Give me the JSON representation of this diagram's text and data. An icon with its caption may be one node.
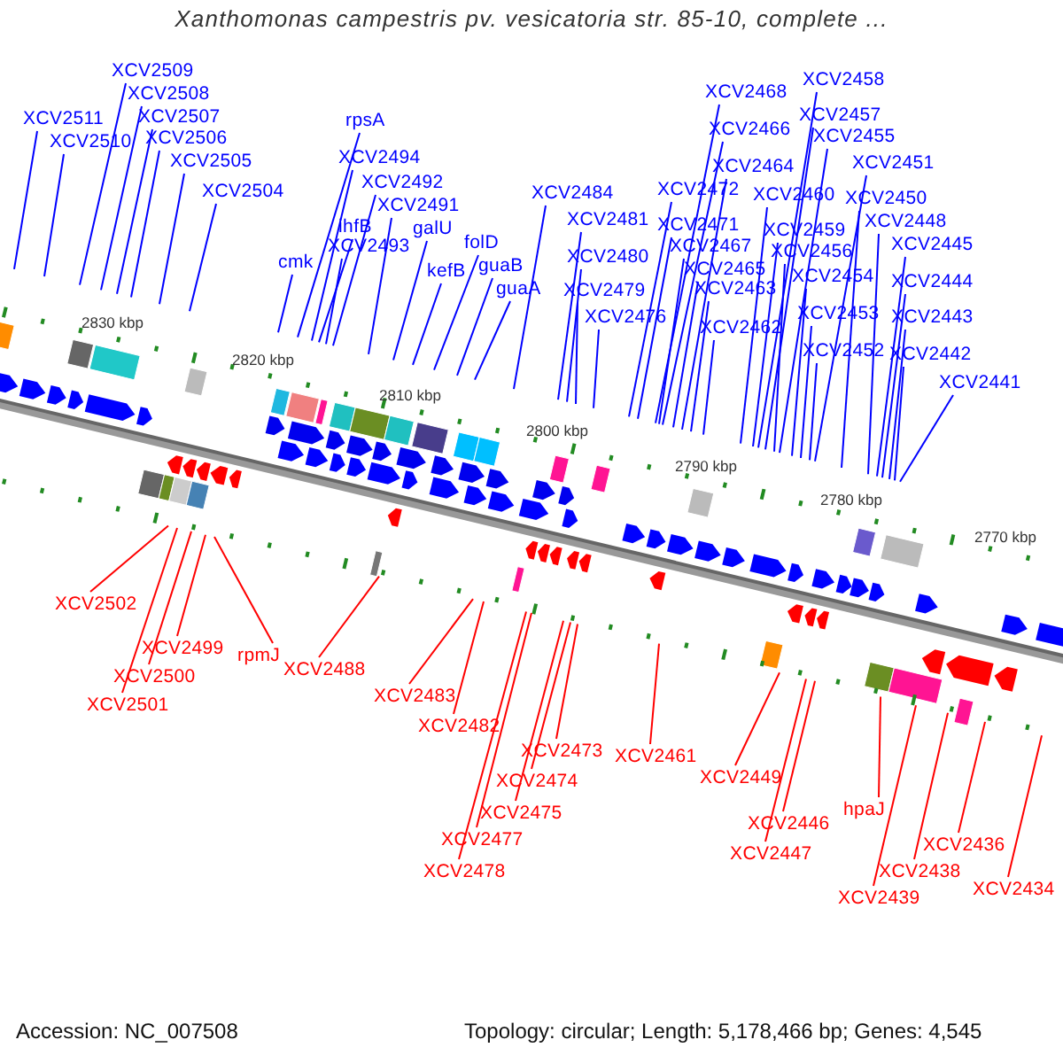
{
  "diagram": {
    "title": "Xanthomonas campestris pv. vesicatoria str. 85-10, complete ...",
    "nodes": [
      {
        "text": [
          "XCV2511"
        ]
      },
      {
        "text": [
          "XCV2510"
        ]
      },
      {
        "text": [
          "XCV2509"
        ]
      },
      {
        "text": [
          "XCV2508"
        ]
      },
      {
        "text": [
          "XCV2507"
        ]
      },
      {
        "text": [
          "XCV2506"
        ]
      },
      {
        "text": [
          "XCV2505"
        ]
      },
      {
        "text": [
          "XCV2504"
        ]
      },
      {
        "text": [
          "cmk"
        ]
      },
      {
        "text": [
          "rpsA"
        ]
      },
      {
        "text": [
          "XCV2494"
        ]
      },
      {
        "text": [
          "ihfB"
        ]
      },
      {
        "text": [
          "XCV2493"
        ]
      },
      {
        "text": [
          "XCV2492"
        ]
      },
      {
        "text": [
          "XCV2491"
        ]
      },
      {
        "text": [
          "galU"
        ]
      },
      {
        "text": [
          "kefB"
        ]
      },
      {
        "text": [
          "folD"
        ]
      },
      {
        "text": [
          "guaB"
        ]
      },
      {
        "text": [
          "guaA"
        ]
      },
      {
        "text": [
          "XCV2484"
        ]
      },
      {
        "text": [
          "XCV2481"
        ]
      },
      {
        "text": [
          "XCV2480"
        ]
      },
      {
        "text": [
          "XCV2479"
        ]
      },
      {
        "text": [
          "XCV2476"
        ]
      },
      {
        "text": [
          "XCV2472"
        ]
      },
      {
        "text": [
          "XCV2471"
        ]
      },
      {
        "text": [
          "XCV2468"
        ]
      },
      {
        "text": [
          "XCV2467"
        ]
      },
      {
        "text": [
          "XCV2466"
        ]
      },
      {
        "text": [
          "XCV2465"
        ]
      },
      {
        "text": [
          "XCV2464"
        ]
      },
      {
        "text": [
          "XCV2463"
        ]
      },
      {
        "text": [
          "XCV2462"
        ]
      },
      {
        "text": [
          "XCV2460"
        ]
      },
      {
        "text": [
          "XCV2459"
        ]
      },
      {
        "text": [
          "XCV2458"
        ]
      },
      {
        "text": [
          "XCV2457"
        ]
      },
      {
        "text": [
          "XCV2456"
        ]
      },
      {
        "text": [
          "XCV2455"
        ]
      },
      {
        "text": [
          "XCV2454"
        ]
      },
      {
        "text": [
          "XCV2453"
        ]
      },
      {
        "text": [
          "XCV2452"
        ]
      },
      {
        "text": [
          "XCV2451"
        ]
      },
      {
        "text": [
          "XCV2450"
        ]
      },
      {
        "text": [
          "XCV2448"
        ]
      },
      {
        "text": [
          "XCV2445"
        ]
      },
      {
        "text": [
          "XCV2444"
        ]
      },
      {
        "text": [
          "XCV2443"
        ]
      },
      {
        "text": [
          "XCV2442"
        ]
      },
      {
        "text": [
          "XCV2441"
        ]
      },
      {
        "text": [
          "XCV2502"
        ]
      },
      {
        "text": [
          "XCV2501"
        ]
      },
      {
        "text": [
          "XCV2500"
        ]
      },
      {
        "text": [
          "XCV2499"
        ]
      },
      {
        "text": [
          "rpmJ"
        ]
      },
      {
        "text": [
          "XCV2488"
        ]
      },
      {
        "text": [
          "XCV2483"
        ]
      },
      {
        "text": [
          "XCV2482"
        ]
      },
      {
        "text": [
          "XCV2478"
        ]
      },
      {
        "text": [
          "XCV2477"
        ]
      },
      {
        "text": [
          "XCV2475"
        ]
      },
      {
        "text": [
          "XCV2474"
        ]
      },
      {
        "text": [
          "XCV2473"
        ]
      },
      {
        "text": [
          "XCV2461"
        ]
      },
      {
        "text": [
          "XCV2449"
        ]
      },
      {
        "text": [
          "XCV2447"
        ]
      },
      {
        "text": [
          "XCV2446"
        ]
      },
      {
        "text": [
          "hpaJ"
        ]
      },
      {
        "text": [
          "XCV2439"
        ]
      },
      {
        "text": [
          "XCV2438"
        ]
      },
      {
        "text": [
          "XCV2436"
        ]
      },
      {
        "text": [
          "XCV2434"
        ]
      }
    ],
    "edges": [
      {
        "from": 0,
        "to": null,
        "arrow": "none"
      },
      {
        "from": 1,
        "to": null,
        "arrow": "none"
      },
      {
        "from": 2,
        "to": null,
        "arrow": "none"
      },
      {
        "from": 3,
        "to": null,
        "arrow": "none"
      },
      {
        "from": 4,
        "to": null,
        "arrow": "none"
      },
      {
        "from": 5,
        "to": null,
        "arrow": "none"
      },
      {
        "from": 6,
        "to": null,
        "arrow": "none"
      },
      {
        "from": 7,
        "to": null,
        "arrow": "none"
      },
      {
        "from": 8,
        "to": null,
        "arrow": "none"
      },
      {
        "from": 9,
        "to": null,
        "arrow": "none"
      },
      {
        "from": 10,
        "to": null,
        "arrow": "none"
      },
      {
        "from": 11,
        "to": null,
        "arrow": "none"
      },
      {
        "from": 12,
        "to": null,
        "arrow": "none"
      },
      {
        "from": 13,
        "to": null,
        "arrow": "none"
      },
      {
        "from": 14,
        "to": null,
        "arrow": "none"
      },
      {
        "from": 15,
        "to": null,
        "arrow": "none"
      },
      {
        "from": 16,
        "to": null,
        "arrow": "none"
      },
      {
        "from": 17,
        "to": null,
        "arrow": "none"
      },
      {
        "from": 18,
        "to": null,
        "arrow": "none"
      },
      {
        "from": 19,
        "to": null,
        "arrow": "none"
      },
      {
        "from": 20,
        "to": null,
        "arrow": "none"
      },
      {
        "from": 21,
        "to": null,
        "arrow": "none"
      },
      {
        "from": 22,
        "to": null,
        "arrow": "none"
      },
      {
        "from": 23,
        "to": null,
        "arrow": "none"
      },
      {
        "from": 24,
        "to": null,
        "arrow": "none"
      },
      {
        "from": 25,
        "to": null,
        "arrow": "none"
      },
      {
        "from": 26,
        "to": null,
        "arrow": "none"
      },
      {
        "from": 27,
        "to": null,
        "arrow": "none"
      },
      {
        "from": 28,
        "to": null,
        "arrow": "none"
      },
      {
        "from": 29,
        "to": null,
        "arrow": "none"
      },
      {
        "from": 30,
        "to": null,
        "arrow": "none"
      },
      {
        "from": 31,
        "to": null,
        "arrow": "none"
      },
      {
        "from": 32,
        "to": null,
        "arrow": "none"
      },
      {
        "from": 33,
        "to": null,
        "arrow": "none"
      },
      {
        "from": 34,
        "to": null,
        "arrow": "none"
      },
      {
        "from": 35,
        "to": null,
        "arrow": "none"
      },
      {
        "from": 36,
        "to": null,
        "arrow": "none"
      },
      {
        "from": 37,
        "to": null,
        "arrow": "none"
      },
      {
        "from": 38,
        "to": null,
        "arrow": "none"
      },
      {
        "from": 39,
        "to": null,
        "arrow": "none"
      },
      {
        "from": 40,
        "to": null,
        "arrow": "none"
      },
      {
        "from": 41,
        "to": null,
        "arrow": "none"
      },
      {
        "from": 42,
        "to": null,
        "arrow": "none"
      },
      {
        "from": 43,
        "to": null,
        "arrow": "none"
      },
      {
        "from": 44,
        "to": null,
        "arrow": "none"
      },
      {
        "from": 45,
        "to": null,
        "arrow": "none"
      },
      {
        "from": 46,
        "to": null,
        "arrow": "none"
      },
      {
        "from": 47,
        "to": null,
        "arrow": "none"
      },
      {
        "from": 48,
        "to": null,
        "arrow": "none"
      },
      {
        "from": 49,
        "to": null,
        "arrow": "none"
      },
      {
        "from": 50,
        "to": null,
        "arrow": "none"
      },
      {
        "from": 51,
        "to": null,
        "arrow": "none",
        "color": "#ff0000"
      },
      {
        "from": 52,
        "to": null,
        "arrow": "none",
        "color": "#ff0000"
      },
      {
        "from": 53,
        "to": null,
        "arrow": "none",
        "color": "#ff0000"
      },
      {
        "from": 54,
        "to": null,
        "arrow": "none",
        "color": "#ff0000"
      },
      {
        "from": 55,
        "to": null,
        "arrow": "none",
        "color": "#ff0000"
      },
      {
        "from": 56,
        "to": null,
        "arrow": "none",
        "color": "#ff0000"
      },
      {
        "from": 57,
        "to": null,
        "arrow": "none",
        "color": "#ff0000"
      },
      {
        "from": 58,
        "to": null,
        "arrow": "none",
        "color": "#ff0000"
      },
      {
        "from": 59,
        "to": null,
        "arrow": "none",
        "color": "#ff0000"
      },
      {
        "from": 60,
        "to": null,
        "arrow": "none",
        "color": "#ff0000"
      },
      {
        "from": 61,
        "to": null,
        "arrow": "none",
        "color": "#ff0000"
      },
      {
        "from": 62,
        "to": null,
        "arrow": "none",
        "color": "#ff0000"
      },
      {
        "from": 63,
        "to": null,
        "arrow": "none",
        "color": "#ff0000"
      },
      {
        "from": 64,
        "to": null,
        "arrow": "none",
        "color": "#ff0000"
      },
      {
        "from": 65,
        "to": null,
        "arrow": "none",
        "color": "#ff0000"
      },
      {
        "from": 66,
        "to": null,
        "arrow": "none",
        "color": "#ff0000"
      },
      {
        "from": 67,
        "to": null,
        "arrow": "none",
        "color": "#ff0000"
      },
      {
        "from": 68,
        "to": null,
        "arrow": "none",
        "color": "#ff0000"
      },
      {
        "from": 69,
        "to": null,
        "arrow": "none",
        "color": "#ff0000"
      },
      {
        "from": 70,
        "to": null,
        "arrow": "none",
        "color": "#ff0000"
      },
      {
        "from": 71,
        "to": null,
        "arrow": "none",
        "color": "#ff0000"
      },
      {
        "from": 72,
        "to": null,
        "arrow": "none",
        "color": "#ff0000"
      }
    ],
    "labels": [
      "2830 kbp",
      "2820 kbp",
      "2810 kbp",
      "2800 kbp",
      "2790 kbp",
      "2780 kbp",
      "2770 kbp",
      "Accession: NC_007508",
      "Topology: circular; Length: 5,178,466 bp; Genes: 4,545"
    ]
  }
}
